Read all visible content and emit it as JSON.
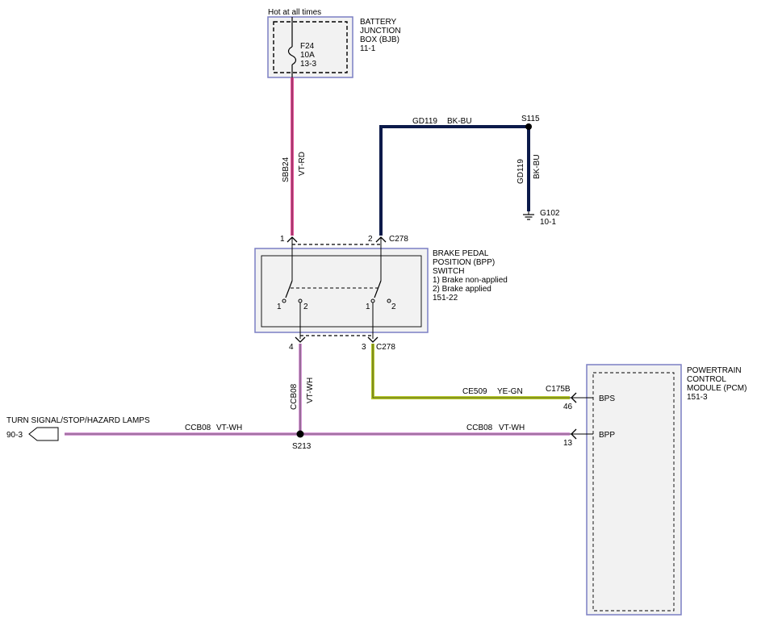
{
  "bjb": {
    "hot_label": "Hot at all times",
    "name_lines": [
      "BATTERY",
      "JUNCTION",
      "BOX (BJB)"
    ],
    "ref": "11-1",
    "fuse_lines": [
      "F24",
      "10A",
      "13-3"
    ]
  },
  "wire_sbb24": {
    "circuit": "SBB24",
    "color": "VT-RD"
  },
  "wire_gd119_horizontal": {
    "circuit": "GD119",
    "color": "BK-BU"
  },
  "wire_gd119_vertical": {
    "circuit": "GD119",
    "color": "BK-BU"
  },
  "splice_s115": "S115",
  "ground_g102": {
    "name": "G102",
    "ref": "10-1"
  },
  "bpp_switch": {
    "name_lines": [
      "BRAKE PEDAL",
      "POSITION (BPP)",
      "SWITCH"
    ],
    "states": [
      "1) Brake non-applied",
      "2) Brake applied"
    ],
    "ref": "151-22",
    "pin1": "1",
    "pin2": "2",
    "pin3": "3",
    "pin4": "4",
    "connector_top": "C278",
    "connector_bottom": "C278",
    "contact_a_1": "1",
    "contact_a_2": "2",
    "contact_b_1": "1",
    "contact_b_2": "2"
  },
  "wire_ccb08_vertical": {
    "circuit": "CCB08",
    "color": "VT-WH"
  },
  "wire_ce509": {
    "circuit": "CE509",
    "color": "YE-GN"
  },
  "wire_ccb08_left": {
    "circuit": "CCB08",
    "color": "VT-WH"
  },
  "wire_ccb08_right": {
    "circuit": "CCB08",
    "color": "VT-WH"
  },
  "splice_s213": "S213",
  "lamps": {
    "label": "TURN SIGNAL/STOP/HAZARD LAMPS",
    "ref": "90-3"
  },
  "pcm": {
    "name_lines": [
      "POWERTRAIN",
      "CONTROL",
      "MODULE (PCM)"
    ],
    "ref": "151-3",
    "connector": "C175B",
    "pin_bps_num": "46",
    "pin_bps_name": "BPS",
    "pin_bpp_num": "13",
    "pin_bpp_name": "BPP"
  },
  "colors": {
    "vt_rd": "#e8529a",
    "bk_bu": "#0c1a4a",
    "vt_wh": "#d89ad8",
    "ye_gn": "#b6c82a",
    "box_border": "#7b7fc4",
    "box_fill": "#f2f2f2"
  }
}
